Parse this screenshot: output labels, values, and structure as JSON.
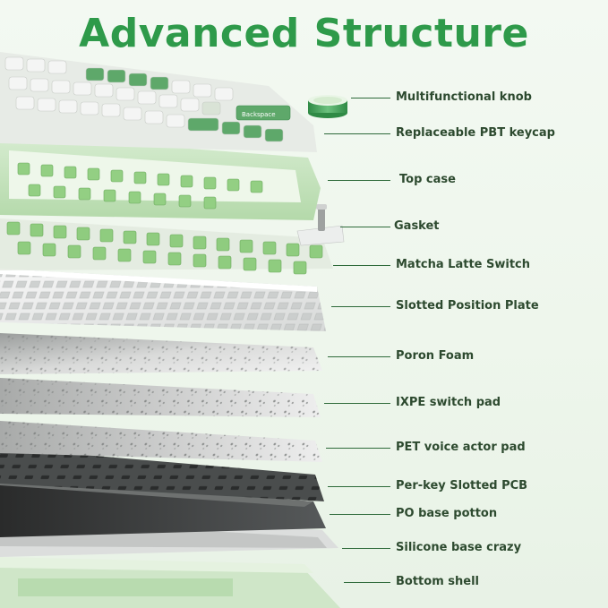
{
  "title": "Advanced Structure",
  "colors": {
    "title": "#2e9a4a",
    "accent_green": "#5ea86a",
    "light_green": "#bfe0b8",
    "leader": "#2e6a3a",
    "label": "#2d4a2f"
  },
  "keycap_legend": "Backspace",
  "layers": [
    {
      "label": "Multifunctional knob"
    },
    {
      "label": "Replaceable PBT keycap"
    },
    {
      "label": "Top case"
    },
    {
      "label": "Gasket"
    },
    {
      "label": "Matcha Latte Switch"
    },
    {
      "label": "Slotted Position Plate"
    },
    {
      "label": "Poron Foam"
    },
    {
      "label": "IXPE switch pad"
    },
    {
      "label": "PET voice actor pad"
    },
    {
      "label": "Per-key Slotted PCB"
    },
    {
      "label": "PO base potton"
    },
    {
      "label": "Silicone base crazy"
    },
    {
      "label": "Bottom shell"
    }
  ]
}
